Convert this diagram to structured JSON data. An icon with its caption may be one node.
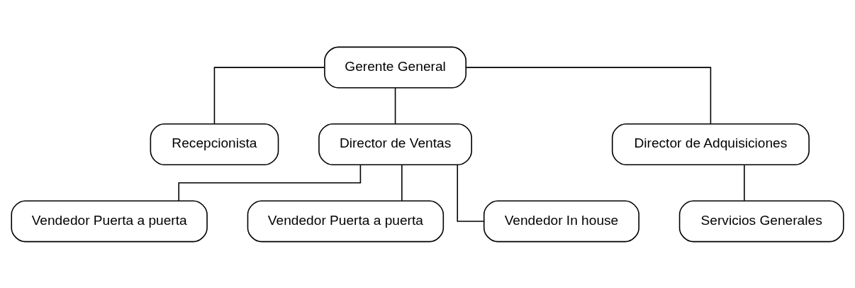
{
  "diagram": {
    "nodes": [
      {
        "text": [
          "Gerente General"
        ]
      },
      {
        "text": [
          "Recepcionista"
        ]
      },
      {
        "text": [
          "Director de Ventas"
        ]
      },
      {
        "text": [
          "Director de Adquisiciones"
        ]
      },
      {
        "text": [
          "Vendedor Puerta a puerta"
        ]
      },
      {
        "text": [
          "Vendedor Puerta a puerta"
        ]
      },
      {
        "text": [
          "Vendedor In house"
        ]
      },
      {
        "text": [
          "Servicios Generales"
        ]
      }
    ],
    "edges": [
      {
        "from": 0,
        "to": 1,
        "arrow": "none"
      },
      {
        "from": 0,
        "to": 2,
        "arrow": "none"
      },
      {
        "from": 0,
        "to": 3,
        "arrow": "none"
      },
      {
        "from": 2,
        "to": 4,
        "arrow": "none"
      },
      {
        "from": 2,
        "to": 5,
        "arrow": "none"
      },
      {
        "from": 2,
        "to": 6,
        "arrow": "none"
      },
      {
        "from": 3,
        "to": 7,
        "arrow": "none"
      }
    ]
  }
}
